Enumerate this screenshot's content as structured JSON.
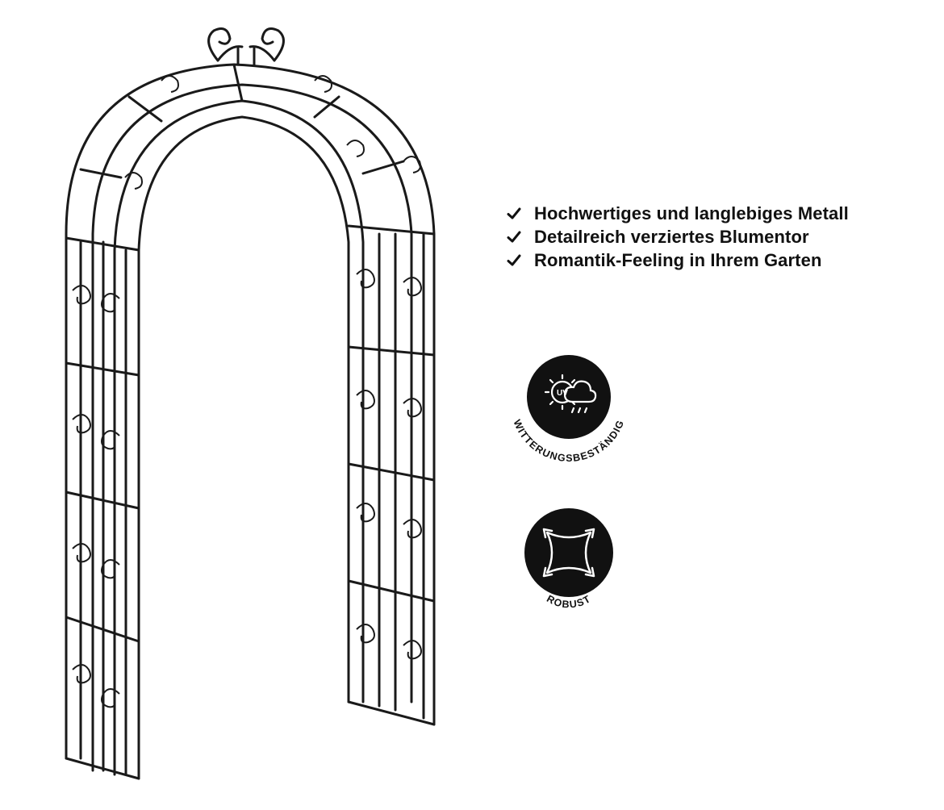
{
  "features": [
    "Hochwertiges und langlebiges Metall",
    "Detailreich verziertes Blumentor",
    "Romantik-Feeling in Ihrem Garten"
  ],
  "badges": {
    "uv": {
      "label": "WITTERUNGSBESTÄNDIG",
      "icon_text": "UV",
      "icon": "sun-cloud-rain-icon"
    },
    "robust": {
      "label": "ROBUST",
      "icon": "expand-arrows-icon"
    }
  },
  "colors": {
    "text": "#111111",
    "badge_fill": "#111111",
    "metal": "#1a1a1a",
    "background": "#ffffff"
  }
}
